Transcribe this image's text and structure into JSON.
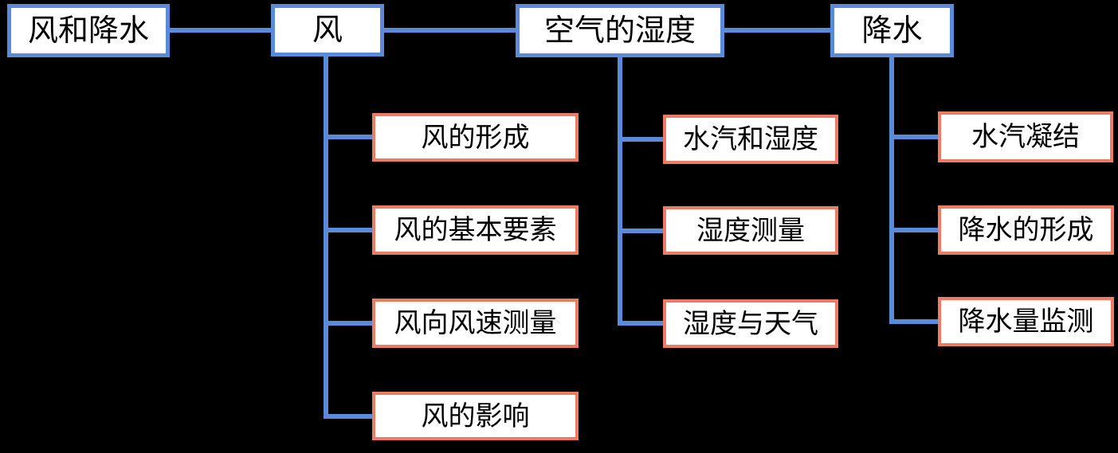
{
  "diagram": {
    "root": {
      "label": "风和降水"
    },
    "branches": [
      {
        "label": "风",
        "children": [
          "风的形成",
          "风的基本要素",
          "风向风速测量",
          "风的影响"
        ]
      },
      {
        "label": "空气的湿度",
        "children": [
          "水汽和湿度",
          "湿度测量",
          "湿度与天气"
        ]
      },
      {
        "label": "降水",
        "children": [
          "水汽凝结",
          "降水的形成",
          "降水量监测"
        ]
      }
    ],
    "colors": {
      "background": "#000000",
      "box_fill": "#ffffff",
      "text": "#000000",
      "parent_border": "#5a8bdb",
      "child_border": "#ed7c65",
      "connector": "#5a8bdb"
    }
  }
}
